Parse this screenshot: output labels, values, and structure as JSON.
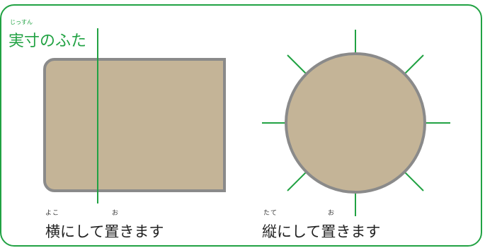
{
  "title": {
    "ruby": "じっすん",
    "text": "実寸のふた"
  },
  "left": {
    "ruby_yoko": "よこ",
    "ruby_o": "お",
    "caption": "横にして置きます"
  },
  "right": {
    "ruby_tate": "たて",
    "ruby_o": "お",
    "caption": "縦にして置きます"
  },
  "colors": {
    "accent": "#21a243",
    "lid": "#c4b497",
    "rim": "#8a8a8a"
  }
}
